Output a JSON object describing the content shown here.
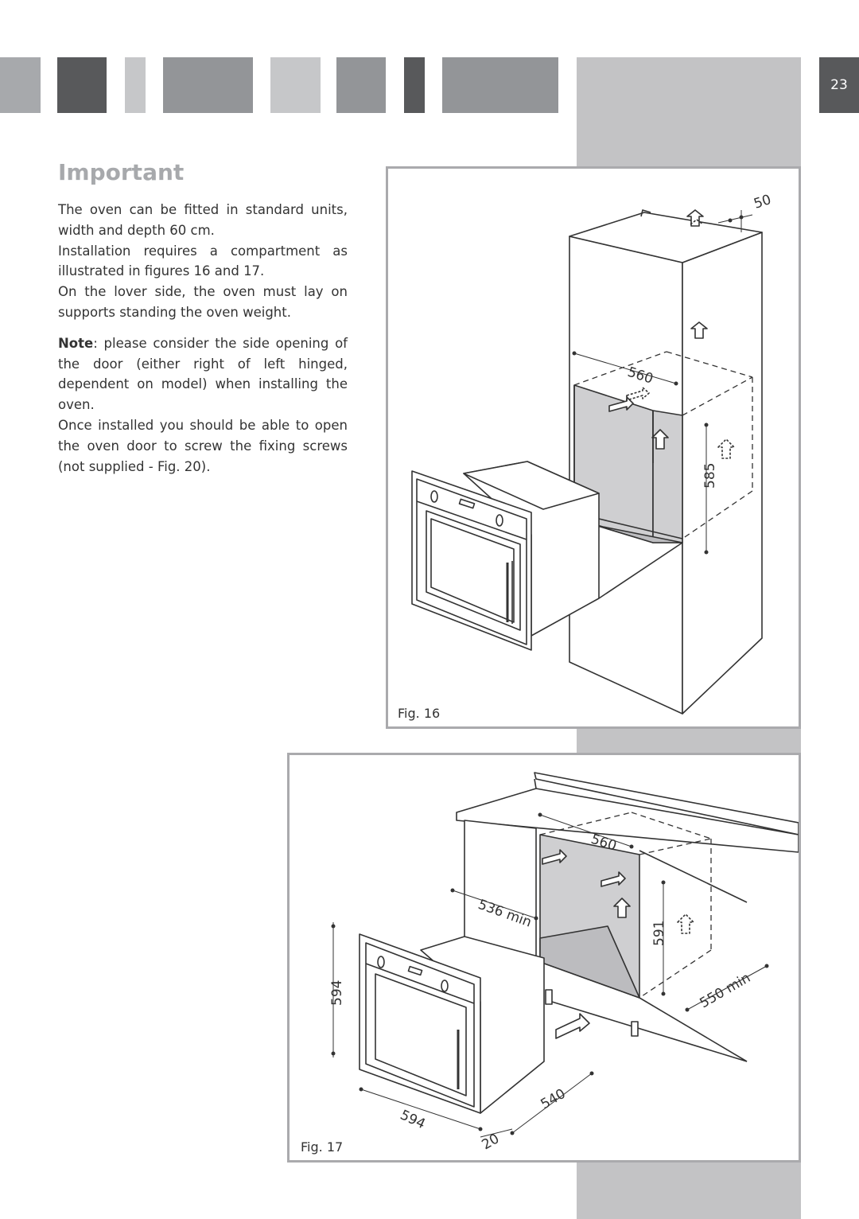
{
  "page": {
    "number": "23"
  },
  "header_blocks": [
    {
      "color": "#a7a9ac"
    },
    {
      "color": "#58595b"
    },
    {
      "color": "#c6c7c9"
    },
    {
      "color": "#939598"
    },
    {
      "color": "#c6c7c9"
    },
    {
      "color": "#939598"
    },
    {
      "color": "#58595b"
    },
    {
      "color": "#939598"
    }
  ],
  "heading": "Important",
  "paragraphs": {
    "p1": "The oven can be fitted in standard units, width and depth 60 cm.",
    "p2": "Installation requires a compartment as illustrated in figures 16 and 17.",
    "p3": "On the lover side, the oven must lay on supports standing the oven weight.",
    "note_label": "Note",
    "note_text": ": please consider the side opening of the door (either right of left hinged, dependent on model) when installing the oven.",
    "p5": "Once installed you should be able to open the oven door to screw the fixing screws (not supplied - Fig. 20)."
  },
  "fig16": {
    "caption": "Fig. 16",
    "dims": {
      "top_gap": "50",
      "width": "560",
      "height": "585"
    }
  },
  "fig17": {
    "caption": "Fig. 17",
    "dims": {
      "width": "560",
      "depth_min": "536 min",
      "height": "591",
      "back_min": "550 min",
      "oven_height": "594",
      "oven_width": "594",
      "oven_depth": "540",
      "panel": "20"
    }
  },
  "colors": {
    "accent_grey": "#c3c3c5",
    "cavity": "#cfcfd1",
    "line": "#333333"
  }
}
